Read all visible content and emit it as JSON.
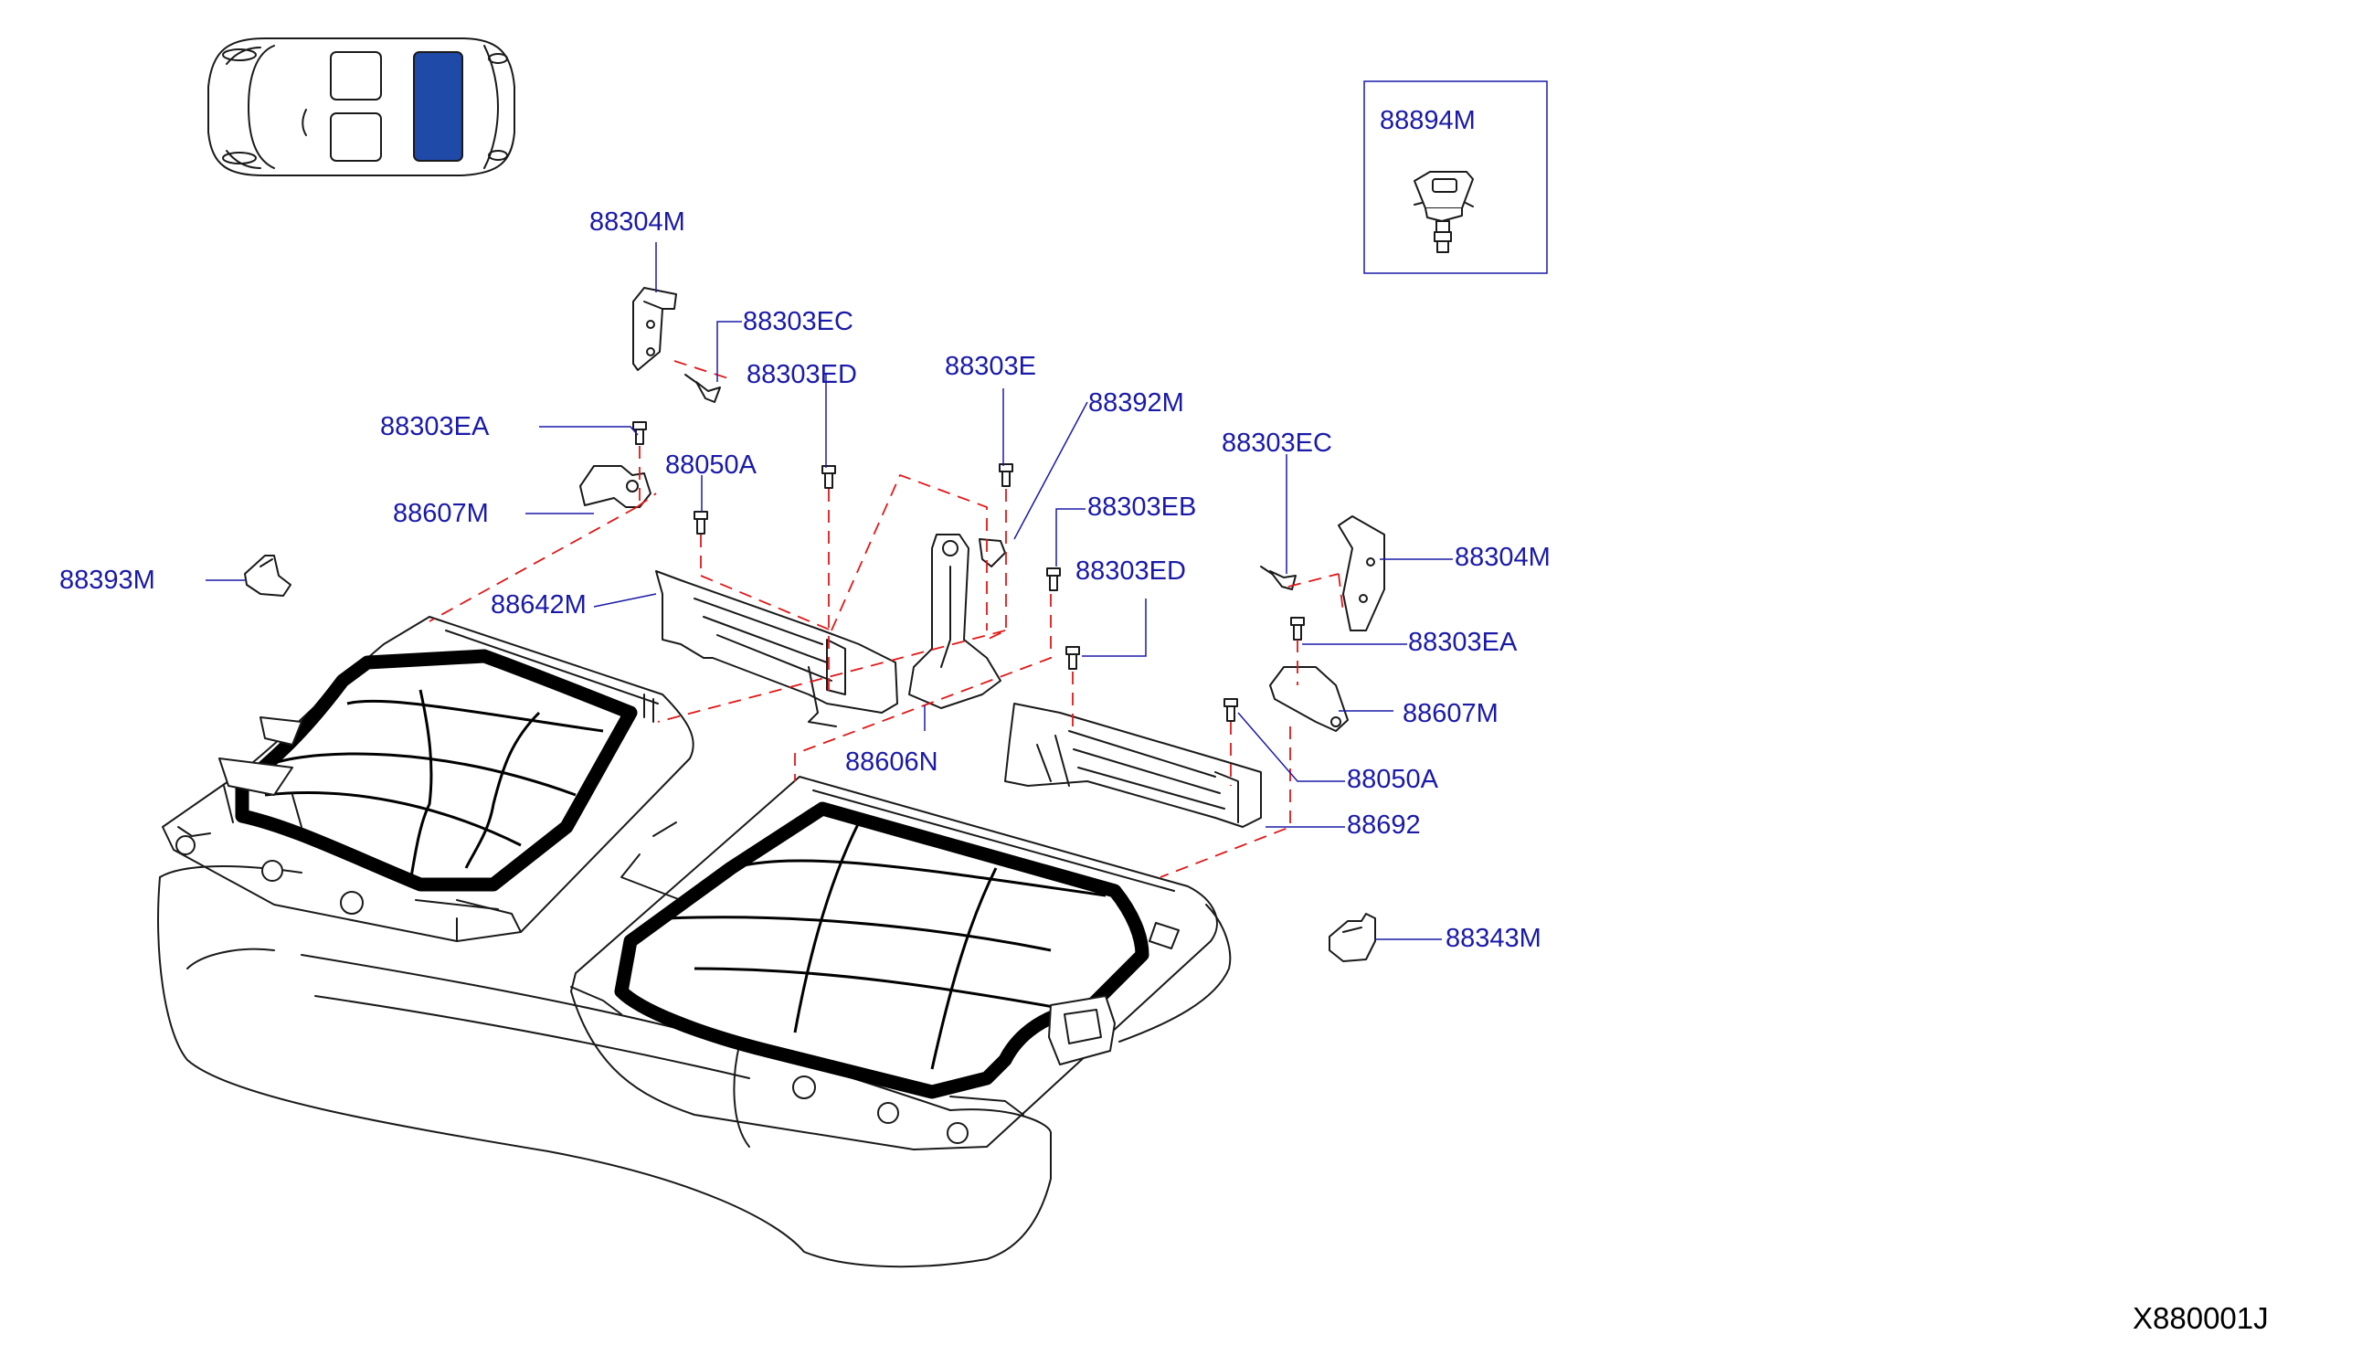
{
  "diagram_code": "X880001J",
  "accent_colors": {
    "callout": "#1a1aa8",
    "highlight_seat": "#1f4aa8",
    "guide_line": "#e01818"
  },
  "inset": {
    "part": "88894M"
  },
  "callouts": [
    {
      "id": "c1",
      "text": "88304M"
    },
    {
      "id": "c2",
      "text": "88303EC"
    },
    {
      "id": "c3",
      "text": "88303ED"
    },
    {
      "id": "c4",
      "text": "88303E"
    },
    {
      "id": "c5",
      "text": "88392M"
    },
    {
      "id": "c6",
      "text": "88303EA"
    },
    {
      "id": "c7",
      "text": "88050A"
    },
    {
      "id": "c8",
      "text": "88607M"
    },
    {
      "id": "c9",
      "text": "88303EC"
    },
    {
      "id": "c10",
      "text": "88303EB"
    },
    {
      "id": "c11",
      "text": "88393M"
    },
    {
      "id": "c12",
      "text": "88642M"
    },
    {
      "id": "c13",
      "text": "88303ED"
    },
    {
      "id": "c14",
      "text": "88304M"
    },
    {
      "id": "c15",
      "text": "88303EA"
    },
    {
      "id": "c16",
      "text": "88607M"
    },
    {
      "id": "c17",
      "text": "88606N"
    },
    {
      "id": "c18",
      "text": "88050A"
    },
    {
      "id": "c19",
      "text": "88692"
    },
    {
      "id": "c20",
      "text": "88343M"
    }
  ]
}
